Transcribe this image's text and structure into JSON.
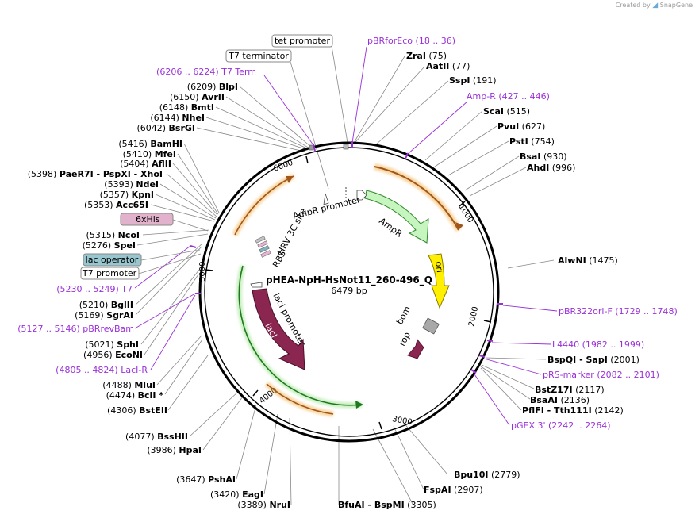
{
  "credit": {
    "prefix": "Created by",
    "brand": "SnapGene"
  },
  "plasmid": {
    "name": "pHEA-NpH-HsNot11_260-496_Q",
    "length": "6479 bp"
  },
  "colors": {
    "feature_label": "#9b30d9",
    "backbone": "#000000",
    "leader": "#777777"
  },
  "ticks": [
    "1000",
    "2000",
    "3000",
    "4000",
    "5000",
    "6000"
  ],
  "left_labels": [
    {
      "pos": "(6209)",
      "name": "BlpI"
    },
    {
      "pos": "(6150)",
      "name": "AvrII"
    },
    {
      "pos": "(6148)",
      "name": "BmtI"
    },
    {
      "pos": "(6144)",
      "name": "NheI"
    },
    {
      "pos": "(6042)",
      "name": "BsrGI"
    },
    {
      "pos": "(5416)",
      "name": "BamHI"
    },
    {
      "pos": "(5410)",
      "name": "MfeI"
    },
    {
      "pos": "(5404)",
      "name": "AflII"
    },
    {
      "pos": "(5398)",
      "name": "PaeR7I  - PspXI  - XhoI"
    },
    {
      "pos": "(5393)",
      "name": "NdeI"
    },
    {
      "pos": "(5357)",
      "name": "KpnI"
    },
    {
      "pos": "(5353)",
      "name": "Acc65I"
    },
    {
      "pos": "(5315)",
      "name": "NcoI"
    },
    {
      "pos": "(5276)",
      "name": "SpeI"
    },
    {
      "pos": "(5210)",
      "name": "BglII"
    },
    {
      "pos": "(5169)",
      "name": "SgrAI"
    },
    {
      "pos": "(5021)",
      "name": "SphI"
    },
    {
      "pos": "(4956)",
      "name": "EcoNI"
    },
    {
      "pos": "(4488)",
      "name": "MluI"
    },
    {
      "pos": "(4474)",
      "name": "BclI *"
    },
    {
      "pos": "(4306)",
      "name": "BstEII"
    },
    {
      "pos": "(4077)",
      "name": "BssHII"
    },
    {
      "pos": "(3986)",
      "name": "HpaI"
    },
    {
      "pos": "(3647)",
      "name": "PshAI"
    },
    {
      "pos": "(3420)",
      "name": "EagI"
    },
    {
      "pos": "(3389)",
      "name": "NruI"
    }
  ],
  "right_labels": [
    {
      "name": "ZraI",
      "pos": "(75)"
    },
    {
      "name": "AatII",
      "pos": "(77)"
    },
    {
      "name": "SspI",
      "pos": "(191)"
    },
    {
      "name": "ScaI",
      "pos": "(515)"
    },
    {
      "name": "PvuI",
      "pos": "(627)"
    },
    {
      "name": "PstI",
      "pos": "(754)"
    },
    {
      "name": "BsaI",
      "pos": "(930)"
    },
    {
      "name": "AhdI",
      "pos": "(996)"
    },
    {
      "name": "AlwNI",
      "pos": "(1475)"
    },
    {
      "name": "BspQI  - SapI",
      "pos": "(2001)"
    },
    {
      "name": "BstZ17I",
      "pos": "(2117)"
    },
    {
      "name": "BsaAI",
      "pos": "(2136)"
    },
    {
      "name": "PflFI  - Tth111I",
      "pos": "(2142)"
    },
    {
      "name": "Bpu10I",
      "pos": "(2779)"
    },
    {
      "name": "FspAI",
      "pos": "(2907)"
    },
    {
      "name": "BfuAI  - BspMI",
      "pos": "(3305)"
    }
  ],
  "feature_labels": [
    {
      "name": "pBRforEco",
      "range": "(18 .. 36)"
    },
    {
      "name": "T7 Term",
      "range": "(6206 .. 6224)"
    },
    {
      "name": "Amp-R",
      "range": "(427 .. 446)"
    },
    {
      "name": "pBR322ori-F",
      "range": "(1729 .. 1748)"
    },
    {
      "name": "L4440",
      "range": "(1982 .. 1999)"
    },
    {
      "name": "pRS-marker",
      "range": "(2082 .. 2101)"
    },
    {
      "name": "pGEX 3'",
      "range": "(2242 .. 2264)"
    },
    {
      "name": "T7",
      "range": "(5230 .. 5249)"
    },
    {
      "name": "pBRrevBam",
      "range": "(5127 .. 5146)"
    },
    {
      "name": "LacI-R",
      "range": "(4805 .. 4824)"
    }
  ],
  "boxed_labels": {
    "tet_promoter": "tet promoter",
    "t7_terminator": "T7 terminator",
    "his_tag": "6xHis",
    "lac_operator": "lac operator",
    "t7_promoter": "T7 promoter"
  },
  "inner_features": {
    "ampr_promoter": "AmpR promoter",
    "ampr": "AmpR",
    "ori": "ori",
    "bom": "bom",
    "rop": "rop",
    "laci": "lacI",
    "laci_promoter": "lacI promoter",
    "hrv3c": "HRV 3C site",
    "rbs": "RBS"
  }
}
